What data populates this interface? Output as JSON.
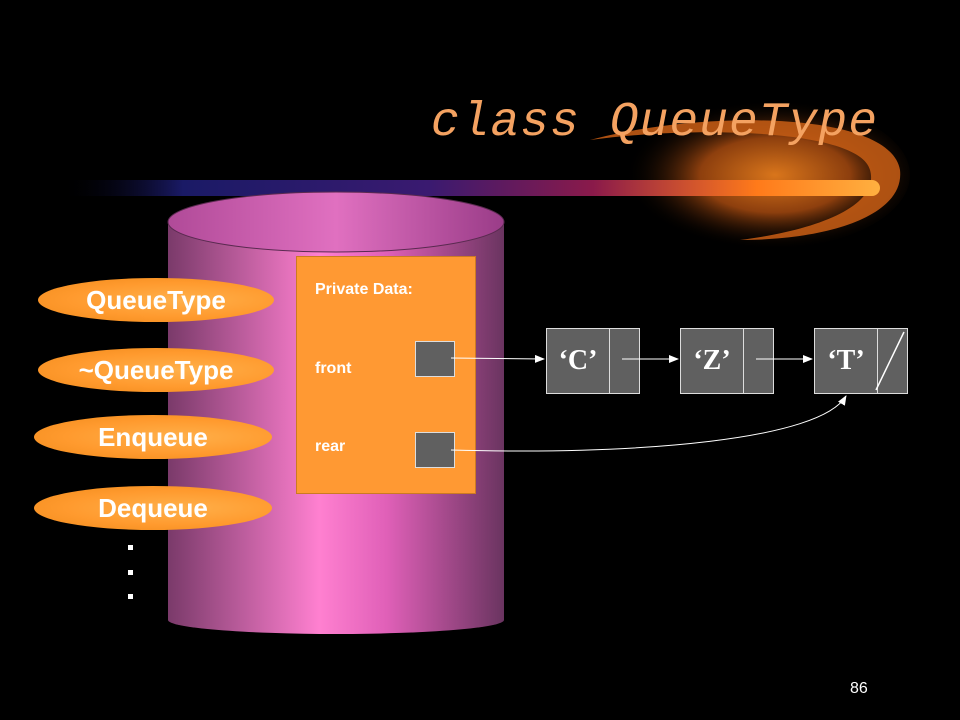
{
  "slide": {
    "title": "class QueueType",
    "page_number": "86"
  },
  "methods": [
    "QueueType",
    "~QueueType",
    "Enqueue",
    "Dequeue"
  ],
  "private_data": {
    "heading": "Private Data:",
    "front_label": "front",
    "rear_label": "rear"
  },
  "nodes": [
    "‘C’",
    "‘Z’",
    "‘T’"
  ],
  "colors": {
    "background": "#000000",
    "cylinder": "#ff77c8",
    "private_box": "#ff9933",
    "method_ellipse": "#ff9a2e",
    "node": "#606060"
  }
}
